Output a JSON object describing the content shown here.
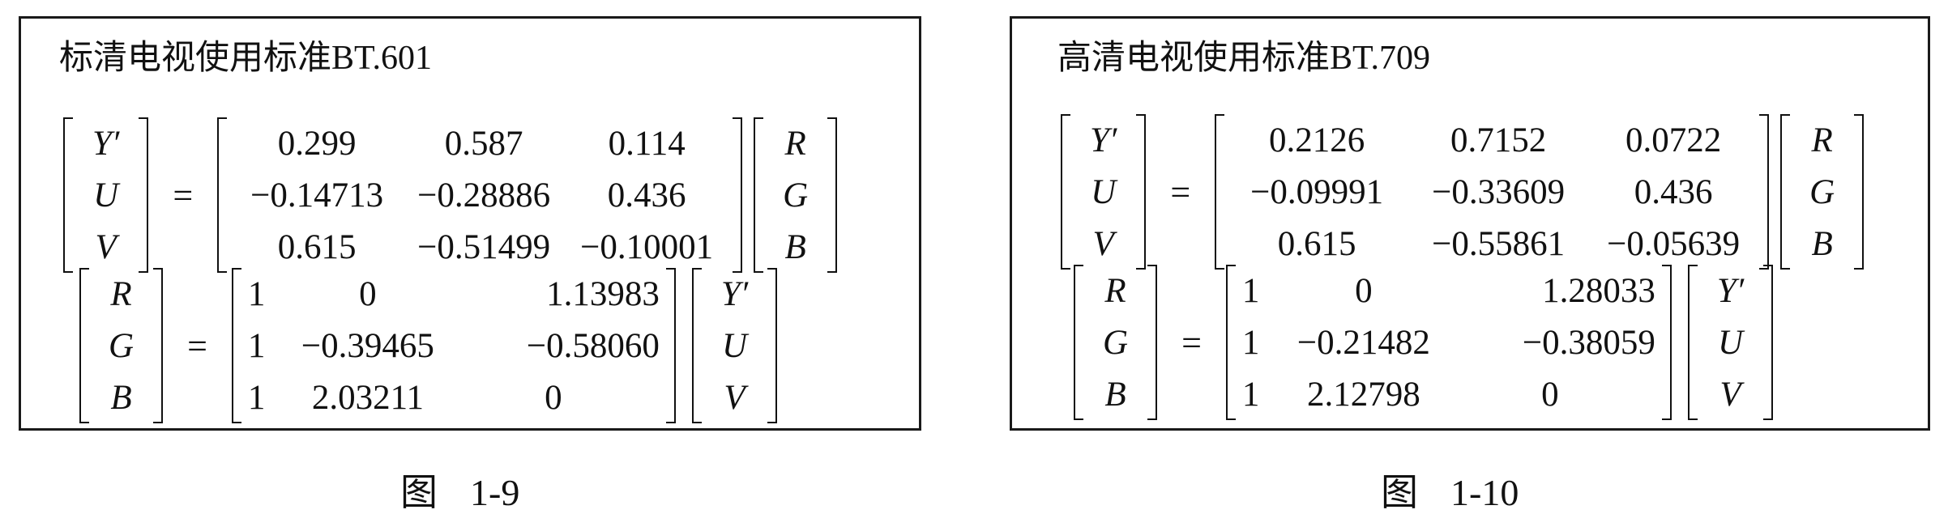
{
  "panels": [
    {
      "title": "标清电视使用标准BT.601",
      "forward": {
        "lhs": [
          "Y′",
          "U",
          "V"
        ],
        "eq": "=",
        "matrix": [
          [
            "0.299",
            "0.587",
            "0.114"
          ],
          [
            "−0.14713",
            "−0.28886",
            "0.436"
          ],
          [
            "0.615",
            "−0.51499",
            "−0.10001"
          ]
        ],
        "rhs": [
          "R",
          "G",
          "B"
        ]
      },
      "inverse": {
        "lhs": [
          "R",
          "G",
          "B"
        ],
        "eq": "=",
        "matrix": [
          [
            "1",
            "0",
            "1.13983"
          ],
          [
            "1",
            "−0.39465",
            "−0.58060"
          ],
          [
            "1",
            "2.03211",
            "0"
          ]
        ],
        "rhs": [
          "Y′",
          "U",
          "V"
        ]
      },
      "caption": {
        "prefix": "图",
        "number": "1-9"
      }
    },
    {
      "title": "高清电视使用标准BT.709",
      "forward": {
        "lhs": [
          "Y′",
          "U",
          "V"
        ],
        "eq": "=",
        "matrix": [
          [
            "0.2126",
            "0.7152",
            "0.0722"
          ],
          [
            "−0.09991",
            "−0.33609",
            "0.436"
          ],
          [
            "0.615",
            "−0.55861",
            "−0.05639"
          ]
        ],
        "rhs": [
          "R",
          "G",
          "B"
        ]
      },
      "inverse": {
        "lhs": [
          "R",
          "G",
          "B"
        ],
        "eq": "=",
        "matrix": [
          [
            "1",
            "0",
            "1.28033"
          ],
          [
            "1",
            "−0.21482",
            "−0.38059"
          ],
          [
            "1",
            "2.12798",
            "0"
          ]
        ],
        "rhs": [
          "Y′",
          "U",
          "V"
        ]
      },
      "caption": {
        "prefix": "图",
        "number": "1-10"
      }
    }
  ]
}
